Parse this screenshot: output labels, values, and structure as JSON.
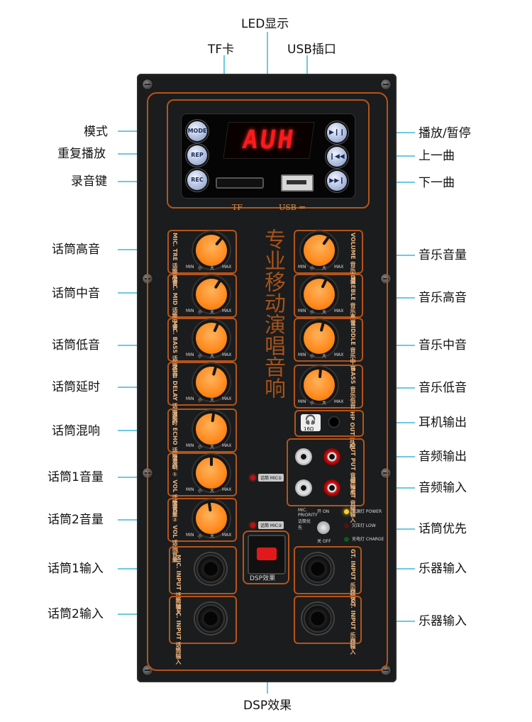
{
  "callouts": {
    "led": "LED显示",
    "tf": "TF卡",
    "usb": "USB插口",
    "mode": "模式",
    "repeat": "重复播放",
    "record": "录音键",
    "play_pause": "播放/暂停",
    "prev": "上一曲",
    "next": "下一曲",
    "mic_treble": "话筒高音",
    "mic_mid": "话筒中音",
    "mic_bass": "话筒低音",
    "mic_delay": "话筒延时",
    "mic_echo": "话筒混响",
    "mic1_vol": "话筒1音量",
    "mic2_vol": "话筒2音量",
    "mic1_input": "话筒1输入",
    "mic2_input": "话筒2输入",
    "music_vol": "音乐音量",
    "music_treble": "音乐高音",
    "music_mid": "音乐中音",
    "music_bass": "音乐低音",
    "headphone_out": "耳机输出",
    "audio_out": "音频输出",
    "audio_in": "音频输入",
    "mic_priority": "话筒优先",
    "instrument_in_1": "乐器输入",
    "instrument_in_2": "乐器输入",
    "dsp": "DSP效果"
  },
  "panel": {
    "led_text": "AUH",
    "btn_mode": "MODE",
    "btn_rep": "REP",
    "btn_rec": "REC",
    "btn_play": "▶❙❙",
    "btn_prev": "❙◀◀",
    "btn_next": "▶▶❙",
    "tf_text": "TF",
    "usb_text": "USB ⇐",
    "center_title": "专业移动演唱音响",
    "left_knobs": [
      "MIC. TRE 话筒高音",
      "MIC. MID 话筒中音",
      "MIC. BASS 话筒低音",
      "MIC. DELAY 话筒延时",
      "MIC. ECHO 话筒混响",
      "MIC. ① VOL 话筒音量",
      "MIC. ② VOL 话筒音量"
    ],
    "right_knobs": [
      "VOLUME 音乐音量",
      "TREBLE 音乐高音",
      "MIDDLE 音乐中音",
      "BASS 音乐低音"
    ],
    "tick_min": "MIN",
    "tick_small": "小",
    "tick_big": "大",
    "tick_max": "MAX",
    "hp_text": "HP OUT 耳机",
    "hp_ohm": "16Ω",
    "out_text": "OUT PUT 音频输出",
    "in_text": "IN PUT 音频输入",
    "mic1_ind": "话筒 MIC①",
    "mic2_ind": "话筒 MIC②",
    "dsp_label": "DSP效果",
    "priority_label": "MIC. PRIORITY 话筒优先",
    "on": "开 ON",
    "off": "关 OFF",
    "power": "电源灯 POWER",
    "low": "欠压灯 LOW",
    "charge": "充电灯 CHARGE",
    "mic_input_1": "MIC. INPUT 话筒输入",
    "mic_input_2": "MIC. INPUT 话筒输入",
    "gt_input_1": "GT. INPUT 乐器输入",
    "gt_input_2": "GT. INPUT 乐器输入",
    "num1": "1",
    "num2": "2"
  },
  "colors": {
    "accent_orange": "#b4541a",
    "knob_orange": "#ff8a1e",
    "led_red": "#ff1a1a",
    "leader_cyan": "#3fb7d6"
  }
}
